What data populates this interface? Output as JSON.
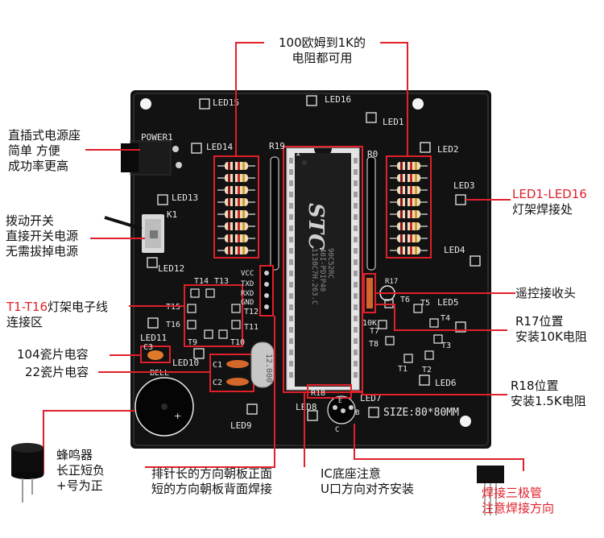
{
  "annotations": {
    "resistor_top": {
      "line1": "100欧姆到1K的",
      "line2": "电阻都可用"
    },
    "power_socket": {
      "line1": "直插式电源座",
      "line2": "简单 方便",
      "line3": "成功率更高"
    },
    "toggle_switch": {
      "line1": "拨动开关",
      "line2": "直接开关电源",
      "line3": "无需拔掉电源"
    },
    "t_pads": {
      "red": "T1-T16",
      "rest": "灯架电子线",
      "line2": "连接区"
    },
    "cap_104": "104瓷片电容",
    "cap_22": "22瓷片电容",
    "buzzer": {
      "line1": "蜂鸣器",
      "line2": "长正短负",
      "line3": "+号为正"
    },
    "header_pins": {
      "line1": "排针长的方向朝板正面",
      "line2": "短的方向朝板背面焊接"
    },
    "ic_socket": {
      "line1": "IC底座注意",
      "line2": "U口方向对齐安装"
    },
    "transistor": {
      "line1": "焊接三极管",
      "line2": "注意焊接方向"
    },
    "led_frame": {
      "red": "LED1-LED16",
      "line2": "灯架焊接处"
    },
    "ir_receiver": "遥控接收头",
    "r17": {
      "line1": "R17位置",
      "line2": "安装10K电阻"
    },
    "r18": {
      "line1": "R18位置",
      "line2": "安装1.5K电阻"
    }
  },
  "pcb": {
    "labels": {
      "led15": "LED15",
      "led16": "LED16",
      "led1": "LED1",
      "led2": "LED2",
      "led3": "LED3",
      "led4": "LED4",
      "led5": "LED5",
      "led6": "LED6",
      "led7": "LED7",
      "led8": "LED8",
      "led9": "LED9",
      "led10": "LED10",
      "led11": "LED11",
      "led12": "LED12",
      "led13": "LED13",
      "led14": "LED14",
      "power1": "POWER1",
      "k1": "K1",
      "r19": "R19",
      "r0": "R0",
      "u1": "U1",
      "vcc": "VCC",
      "txd": "TXD",
      "rxd": "RXD",
      "gnd": "GND",
      "t1": "T1",
      "t2": "T2",
      "t3": "T3",
      "t4": "T4",
      "t5": "T5",
      "t6": "T6",
      "t7": "T7",
      "t8": "T8",
      "t9": "T9",
      "t10": "T10",
      "t11": "T11",
      "t12": "T12",
      "t13": "T13",
      "t14": "T14",
      "t15": "T15",
      "t16": "T16",
      "c1": "C1",
      "c2": "C2",
      "c3": "C3",
      "bell": "BELL",
      "r17": "R17",
      "r18": "R18",
      "tenk": "10K",
      "size": "SIZE:80*80MM",
      "e": "E",
      "b": "B",
      "c": "C",
      "crystal": "12.000",
      "chip_logo": "STC",
      "chip_line1": "90C52RC",
      "chip_line2": "40I-PDIP40",
      "chip_line3": "1138C7H.263.C"
    }
  },
  "colors": {
    "board": "#121212",
    "silk": "#e9e9e9",
    "accent": "#e0202a",
    "chip": "#1d1d1d"
  }
}
